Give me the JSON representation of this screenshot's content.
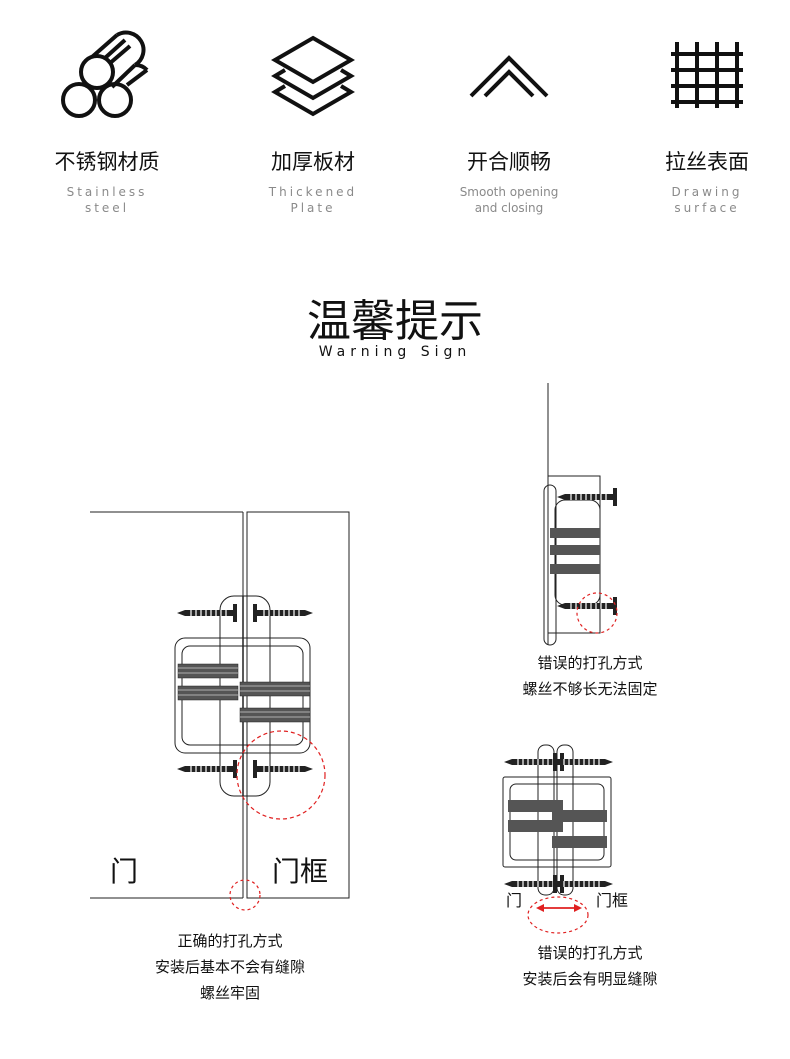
{
  "features": [
    {
      "cn": "不锈钢材质",
      "en_line1": "Stainless",
      "en_line2": "steel",
      "icon": "pipes-icon"
    },
    {
      "cn": "加厚板材",
      "en_line1": "Thickened",
      "en_line2": "Plate",
      "icon": "layers-icon"
    },
    {
      "cn": "开合顺畅",
      "en_line1": "Smooth opening",
      "en_line2": "and closing",
      "icon": "chevron-up-icon"
    },
    {
      "cn": "拉丝表面",
      "en_line1": "Drawing",
      "en_line2": "surface",
      "icon": "grid-icon"
    }
  ],
  "section": {
    "title_cn": "温馨提示",
    "title_en": "Warning Sign"
  },
  "correct": {
    "label_door": "门",
    "label_frame": "门框",
    "caption_line1": "正确的打孔方式",
    "caption_line2": "安装后基本不会有缝隙",
    "caption_line3": "螺丝牢固"
  },
  "wrong1": {
    "caption_line1": "错误的打孔方式",
    "caption_line2": "螺丝不够长无法固定"
  },
  "wrong2": {
    "label_door": "门",
    "label_frame": "门框",
    "caption_line1": "错误的打孔方式",
    "caption_line2": "安装后会有明显缝隙"
  },
  "colors": {
    "accent_red": "#e02020",
    "line": "#222222"
  }
}
